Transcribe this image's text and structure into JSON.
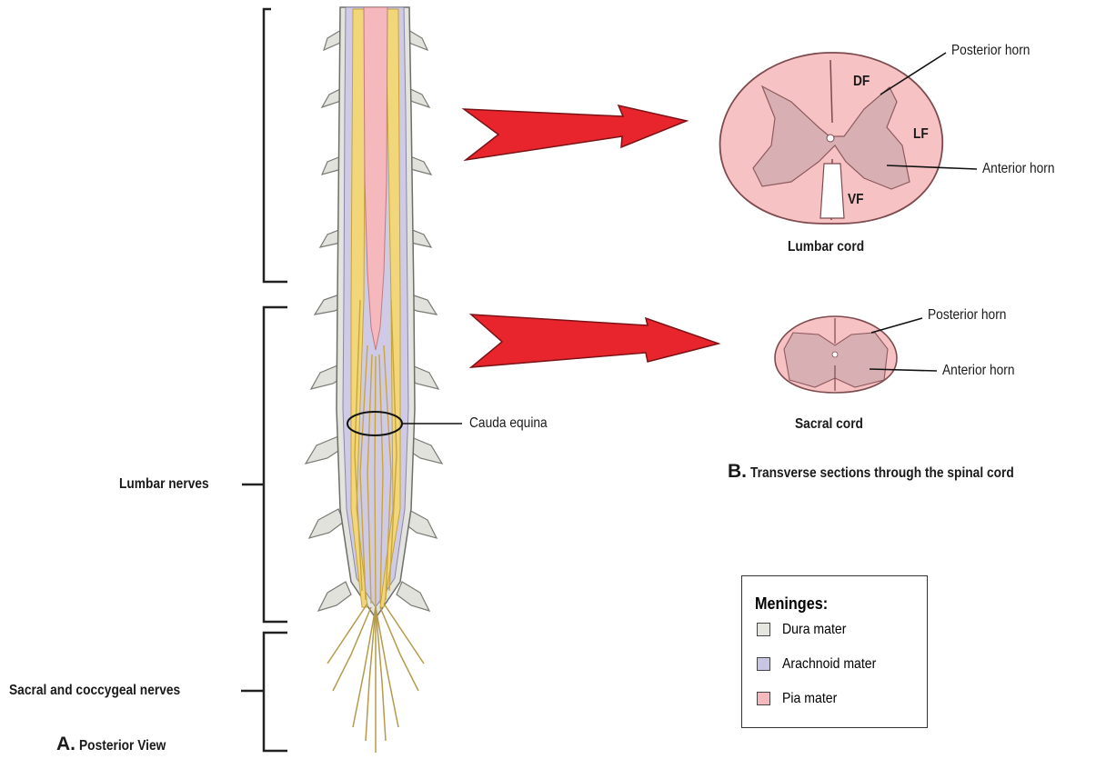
{
  "labels": {
    "posterior_horn_lumbar": "Posterior horn",
    "anterior_horn_lumbar": "Anterior horn",
    "df": "DF",
    "lf": "LF",
    "vf": "VF",
    "lumbar_cord": "Lumbar cord",
    "posterior_horn_sacral": "Posterior horn",
    "anterior_horn_sacral": "Anterior horn",
    "sacral_cord": "Sacral cord",
    "cauda_equina": "Cauda equina",
    "lumbar_nerves": "Lumbar nerves",
    "sacral_coccygeal_nerves": "Sacral and coccygeal nerves"
  },
  "captions": {
    "a_letter": "A.",
    "a_text": "Posterior View",
    "b_letter": "B.",
    "b_text": "Transverse sections through the spinal cord"
  },
  "legend": {
    "title": "Meninges:",
    "items": [
      {
        "label": "Dura mater",
        "color": "#e6e6e0"
      },
      {
        "label": "Arachnoid mater",
        "color": "#c9c6e4"
      },
      {
        "label": "Pia mater",
        "color": "#f5b8bd"
      }
    ]
  },
  "colors": {
    "dura": "#e6e6e0",
    "arachnoid": "#cfcbe6",
    "pia": "#f5b8bd",
    "nerve_root": "#f1d77a",
    "grey_matter": "#d8b0b4",
    "white_matter": "#f6c2c4",
    "arrow": "#e8242c"
  }
}
